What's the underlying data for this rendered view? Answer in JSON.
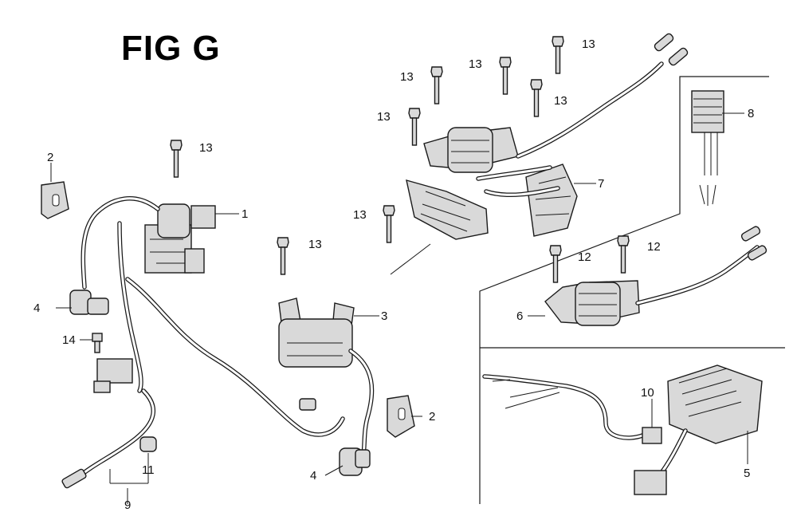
{
  "figure": {
    "title": "FIG G"
  },
  "labels": {
    "l1": "1",
    "l2a": "2",
    "l2b": "2",
    "l3": "3",
    "l4a": "4",
    "l4b": "4",
    "l5": "5",
    "l6": "6",
    "l7": "7",
    "l8": "8",
    "l9": "9",
    "l10": "10",
    "l11": "11",
    "l12a": "12",
    "l12b": "12",
    "l13a": "13",
    "l13b": "13",
    "l13c": "13",
    "l13d": "13",
    "l13e": "13",
    "l13f": "13",
    "l13g": "13",
    "l13h": "13",
    "l14": "14"
  }
}
